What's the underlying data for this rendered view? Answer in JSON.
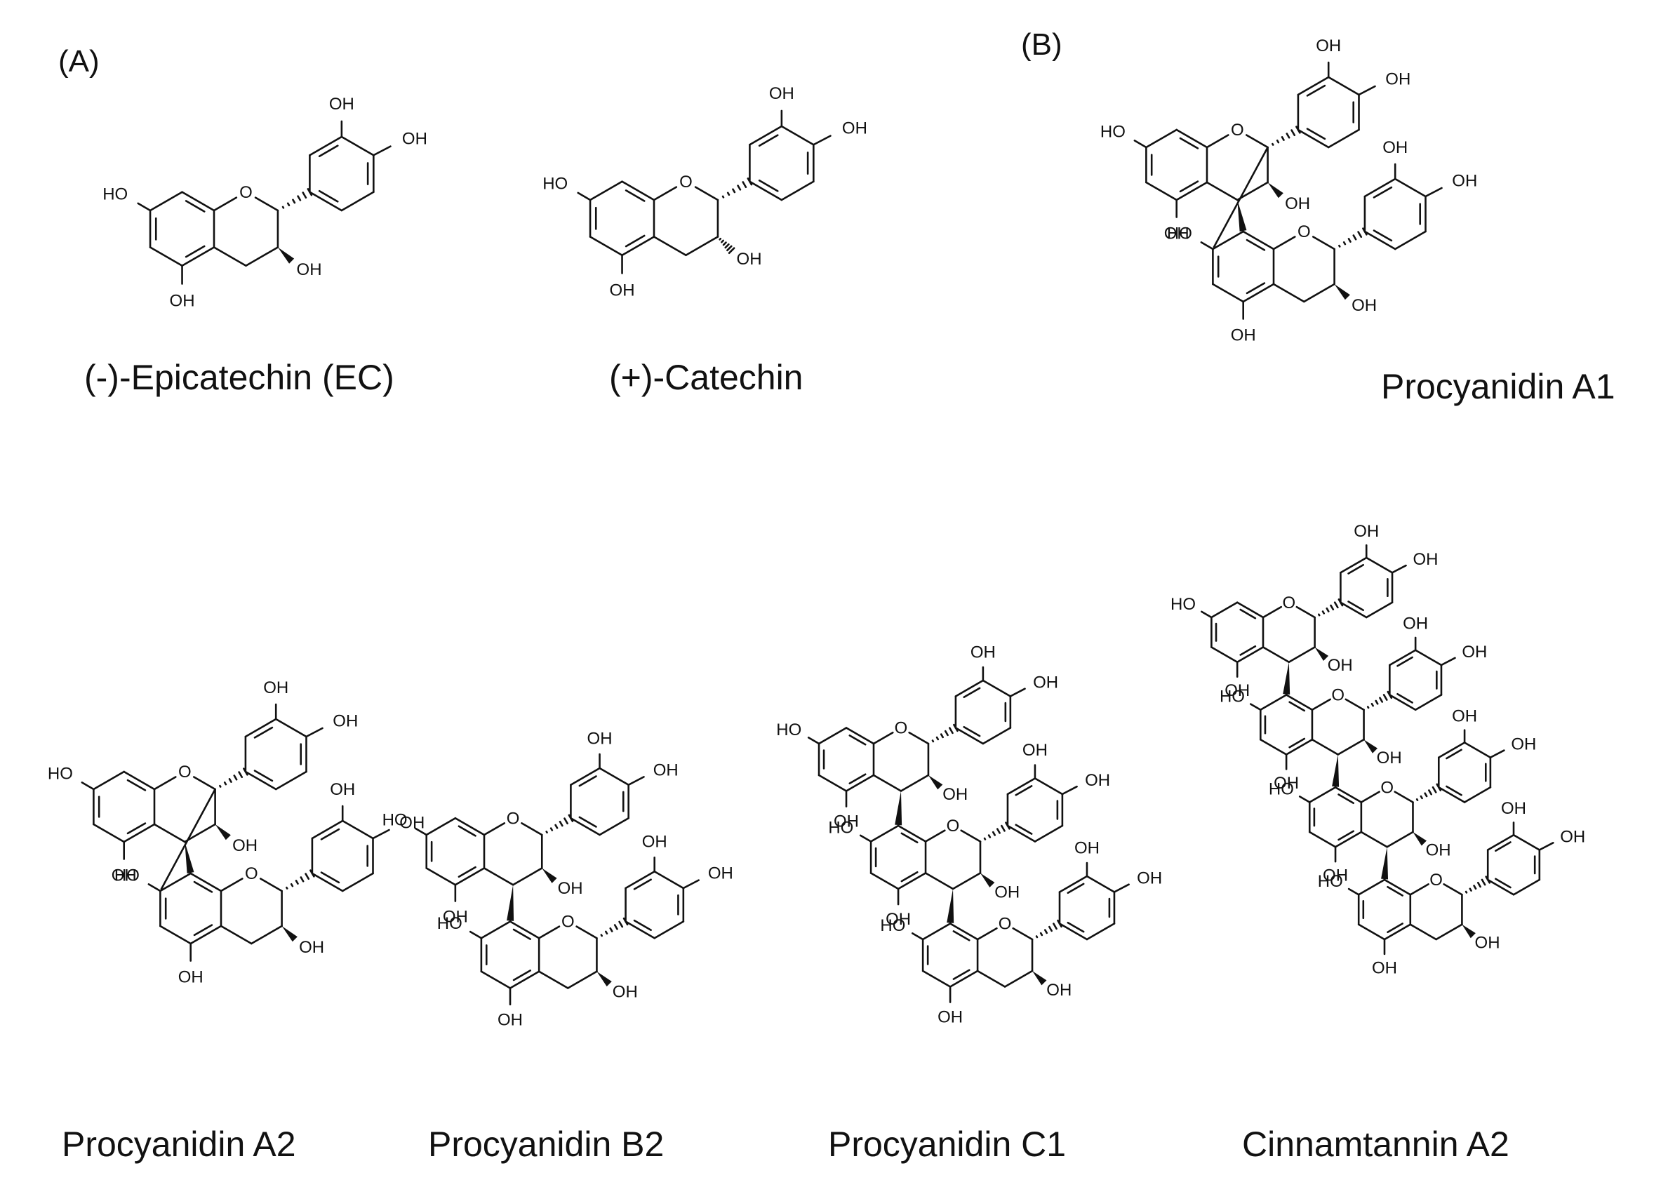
{
  "panels": {
    "a": "(A)",
    "b": "(B)"
  },
  "atoms": {
    "oh": "OH",
    "ho": "HO",
    "o": "O"
  },
  "colors": {
    "ink": "#111111",
    "background": "#ffffff"
  },
  "compounds": [
    {
      "id": "epicatechin",
      "name": "(-)-Epicatechin (EC)",
      "units": 1,
      "linkage": "none",
      "c3": "up"
    },
    {
      "id": "catechin",
      "name": "(+)-Catechin",
      "units": 1,
      "linkage": "none",
      "c3": "down"
    },
    {
      "id": "procyanidin-a1",
      "name": "Procyanidin A1",
      "units": 2,
      "linkage": "A-type"
    },
    {
      "id": "procyanidin-a2",
      "name": "Procyanidin A2",
      "units": 2,
      "linkage": "A-type"
    },
    {
      "id": "procyanidin-b2",
      "name": "Procyanidin B2",
      "units": 2,
      "linkage": "B-type"
    },
    {
      "id": "procyanidin-c1",
      "name": "Procyanidin C1",
      "units": 3,
      "linkage": "B-type"
    },
    {
      "id": "cinnamtannin-a2",
      "name": "Cinnamtannin A2",
      "units": 4,
      "linkage": "B-type"
    }
  ]
}
